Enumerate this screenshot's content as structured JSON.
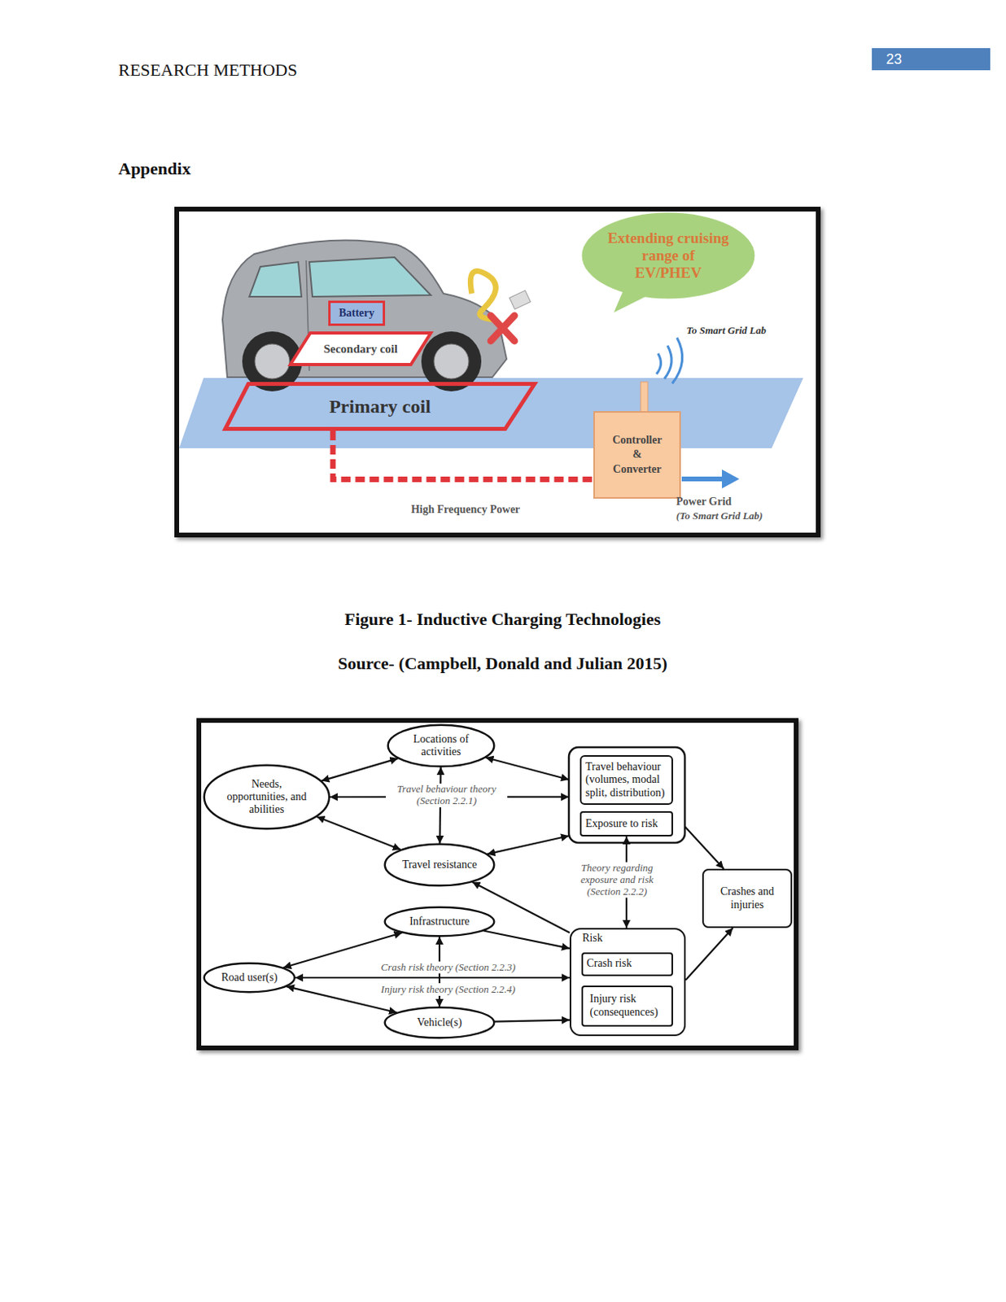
{
  "diagram": {
    "title": "Appendix",
    "caption": "Figure 1- Inductive Charging Technologies",
    "nodes": [
      {
        "text": [
          "Extending cruising range of EV/PHEV"
        ]
      },
      {
        "text": [
          "Battery"
        ]
      },
      {
        "text": [
          "Secondary coil"
        ]
      },
      {
        "text": [
          "Primary coil"
        ]
      },
      {
        "text": [
          "Controller & Converter"
        ]
      },
      {
        "text": [
          "Locations of activities"
        ]
      },
      {
        "text": [
          "Needs, opportunities, and abilities"
        ]
      },
      {
        "text": [
          "Travel behaviour (volumes, modal split, distribution)"
        ]
      },
      {
        "text": [
          "Exposure to risk"
        ]
      },
      {
        "text": [
          "Travel resistance"
        ]
      },
      {
        "text": [
          "Crashes and injuries"
        ]
      },
      {
        "text": [
          "Infrastructure"
        ]
      },
      {
        "text": [
          "Road user(s)"
        ]
      },
      {
        "text": [
          "Risk"
        ]
      },
      {
        "text": [
          "Crash risk"
        ],
        "in": 13
      },
      {
        "text": [
          "Injury risk (consequences)"
        ],
        "in": 13
      },
      {
        "text": [
          "Vehicle(s)"
        ]
      }
    ],
    "edges": [
      {
        "from": 3,
        "to": 4,
        "arrow": "none",
        "label": "High Frequency Power"
      },
      {
        "from": 6,
        "to": 5,
        "arrow": "both"
      },
      {
        "from": 5,
        "to": 7,
        "arrow": "both"
      },
      {
        "from": 6,
        "to": 7,
        "arrow": "both",
        "label": "Travel behaviour theory (Section 2.2.1)"
      },
      {
        "from": 5,
        "to": 9,
        "arrow": "both"
      },
      {
        "from": 6,
        "to": 9,
        "arrow": "both"
      },
      {
        "from": 9,
        "to": 7,
        "arrow": "both"
      },
      {
        "from": 13,
        "to": 9,
        "arrow": "to"
      },
      {
        "from": 8,
        "to": 13,
        "arrow": "both",
        "label": "Theory regarding exposure and risk (Section 2.2.2)"
      },
      {
        "from": 7,
        "to": 10,
        "arrow": "to"
      },
      {
        "from": 13,
        "to": 10,
        "arrow": "to"
      },
      {
        "from": 12,
        "to": 11,
        "arrow": "both"
      },
      {
        "from": 11,
        "to": 13,
        "arrow": "to"
      },
      {
        "from": 12,
        "to": 13,
        "arrow": "both",
        "label": "Crash risk theory (Section 2.2.3)"
      },
      {
        "from": 11,
        "to": 16,
        "arrow": "both"
      },
      {
        "from": 12,
        "to": 16,
        "arrow": "both"
      },
      {
        "from": 16,
        "to": 13,
        "arrow": "to"
      }
    ],
    "labels": [
      "RESEARCH METHODS",
      "23",
      "Source- (Campbell, Donald and Julian 2015)",
      "To Smart Grid Lab",
      "Power Grid",
      "(To Smart Grid Lab)",
      "Injury risk theory (Section 2.2.4)"
    ]
  }
}
